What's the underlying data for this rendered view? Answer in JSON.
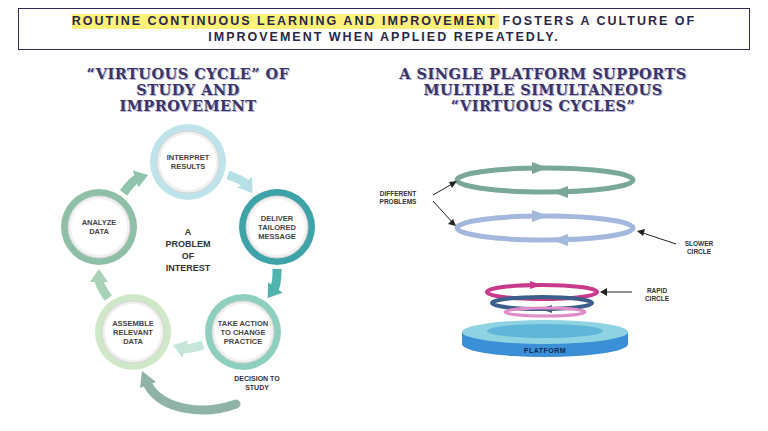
{
  "diagram": {
    "title": "ROUTINE CONTINUOUS LEARNING AND IMPROVEMENT FOSTERS A CULTURE OF IMPROVEMENT WHEN APPLIED REPEATEDLY.",
    "nodes": [
      {
        "text": [
          "INTERPRET RESULTS"
        ]
      },
      {
        "text": [
          "DELIVER TAILORED MESSAGE"
        ]
      },
      {
        "text": [
          "TAKE ACTION TO CHANGE PRACTICE"
        ]
      },
      {
        "text": [
          "ASSEMBLE RELEVANT DATA"
        ]
      },
      {
        "text": [
          "ANALYZE DATA"
        ]
      },
      {
        "text": [
          "PLATFORM"
        ]
      }
    ],
    "edges": [
      {
        "from": 0,
        "to": 1,
        "arrow": "to"
      },
      {
        "from": 1,
        "to": 2,
        "arrow": "to"
      },
      {
        "from": 2,
        "to": 3,
        "arrow": "to"
      },
      {
        "from": 3,
        "to": 4,
        "arrow": "to"
      },
      {
        "from": 4,
        "to": 0,
        "arrow": "to"
      }
    ],
    "labels": [
      "“VIRTUOUS CYCLE” OF STUDY AND IMPROVEMENT",
      "A SINGLE PLATFORM SUPPORTS MULTIPLE SIMULTANEOUS “VIRTUOUS CYCLES”",
      "A PROBLEM OF INTEREST",
      "DECISION TO STUDY",
      "DIFFERENT PROBLEMS",
      "SLOWER CIRCLE",
      "RAPID CIRCLE"
    ]
  }
}
